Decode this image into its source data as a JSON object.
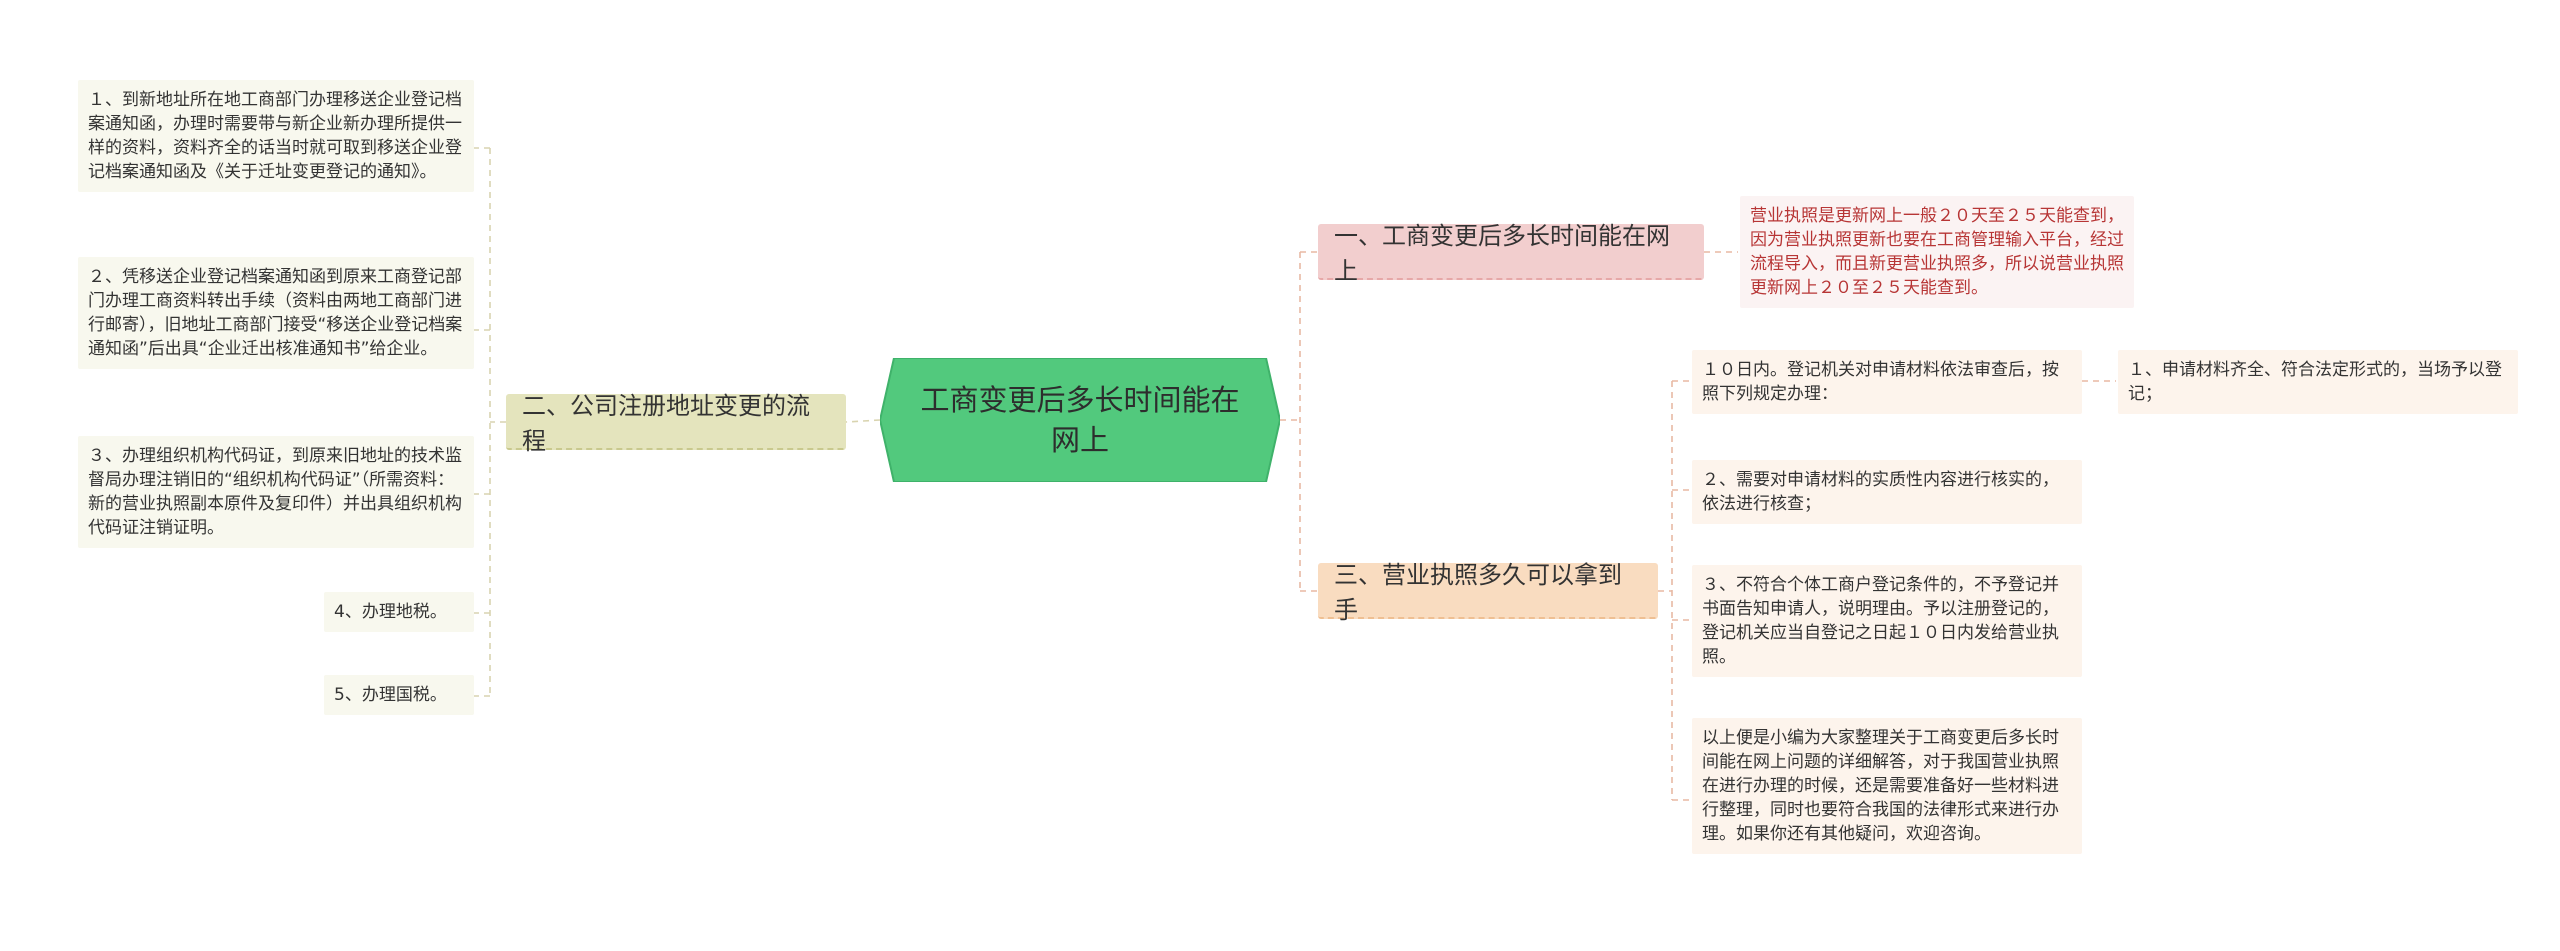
{
  "central": {
    "title": "工商变更后多长时间能在网上"
  },
  "branches": [
    {
      "label": "一、工商变更后多长时间能在网上"
    },
    {
      "label": "二、公司注册地址变更的流程"
    },
    {
      "label": "三、营业执照多久可以拿到手"
    }
  ],
  "leaves": {
    "b1": [
      "营业执照是更新网上一般２０天至２５天能查到，因为营业执照更新也要在工商管理输入平台，经过流程导入，而且新更营业执照多，所以说营业执照更新网上２０至２５天能查到。"
    ],
    "b2": [
      "１、到新地址所在地工商部门办理移送企业登记档案通知函，办理时需要带与新企业新办理所提供一样的资料，资料齐全的话当时就可取到移送企业登记档案通知函及《关于迁址变更登记的通知》。",
      "２、凭移送企业登记档案通知函到原来工商登记部门办理工商资料转出手续（资料由两地工商部门进行邮寄），旧地址工商部门接受“移送企业登记档案通知函”后出具“企业迁出核准通知书”给企业。",
      "３、办理组织机构代码证，到原来旧地址的技术监督局办理注销旧的“组织机构代码证”（所需资料：新的营业执照副本原件及复印件）并出具组织机构代码证注销证明。",
      "4、办理地税。",
      "5、办理国税。"
    ],
    "b3": [
      "１０日内。登记机关对申请材料依法审查后，按照下列规定办理：",
      "２、需要对申请材料的实质性内容进行核实的，依法进行核查；",
      "３、不符合个体工商户登记条件的，不予登记并书面告知申请人，说明理由。予以注册登记的，登记机关应当自登记之日起１０日内发给营业执照。",
      "以上便是小编为大家整理关于工商变更后多长时间能在网上问题的详细解答，对于我国营业执照在进行办理的时候，还是需要准备好一些材料进行整理，同时也要符合我国的法律形式来进行办理。如果你还有其他疑问，欢迎咨询。"
    ],
    "b3_sub": [
      "１、申请材料齐全、符合法定形式的，当场予以登记；"
    ]
  },
  "colors": {
    "central_fill": "#52c97d",
    "central_stroke": "#3fb26a",
    "link": "#e8b9a4",
    "link_left": "#d9d4b0"
  }
}
